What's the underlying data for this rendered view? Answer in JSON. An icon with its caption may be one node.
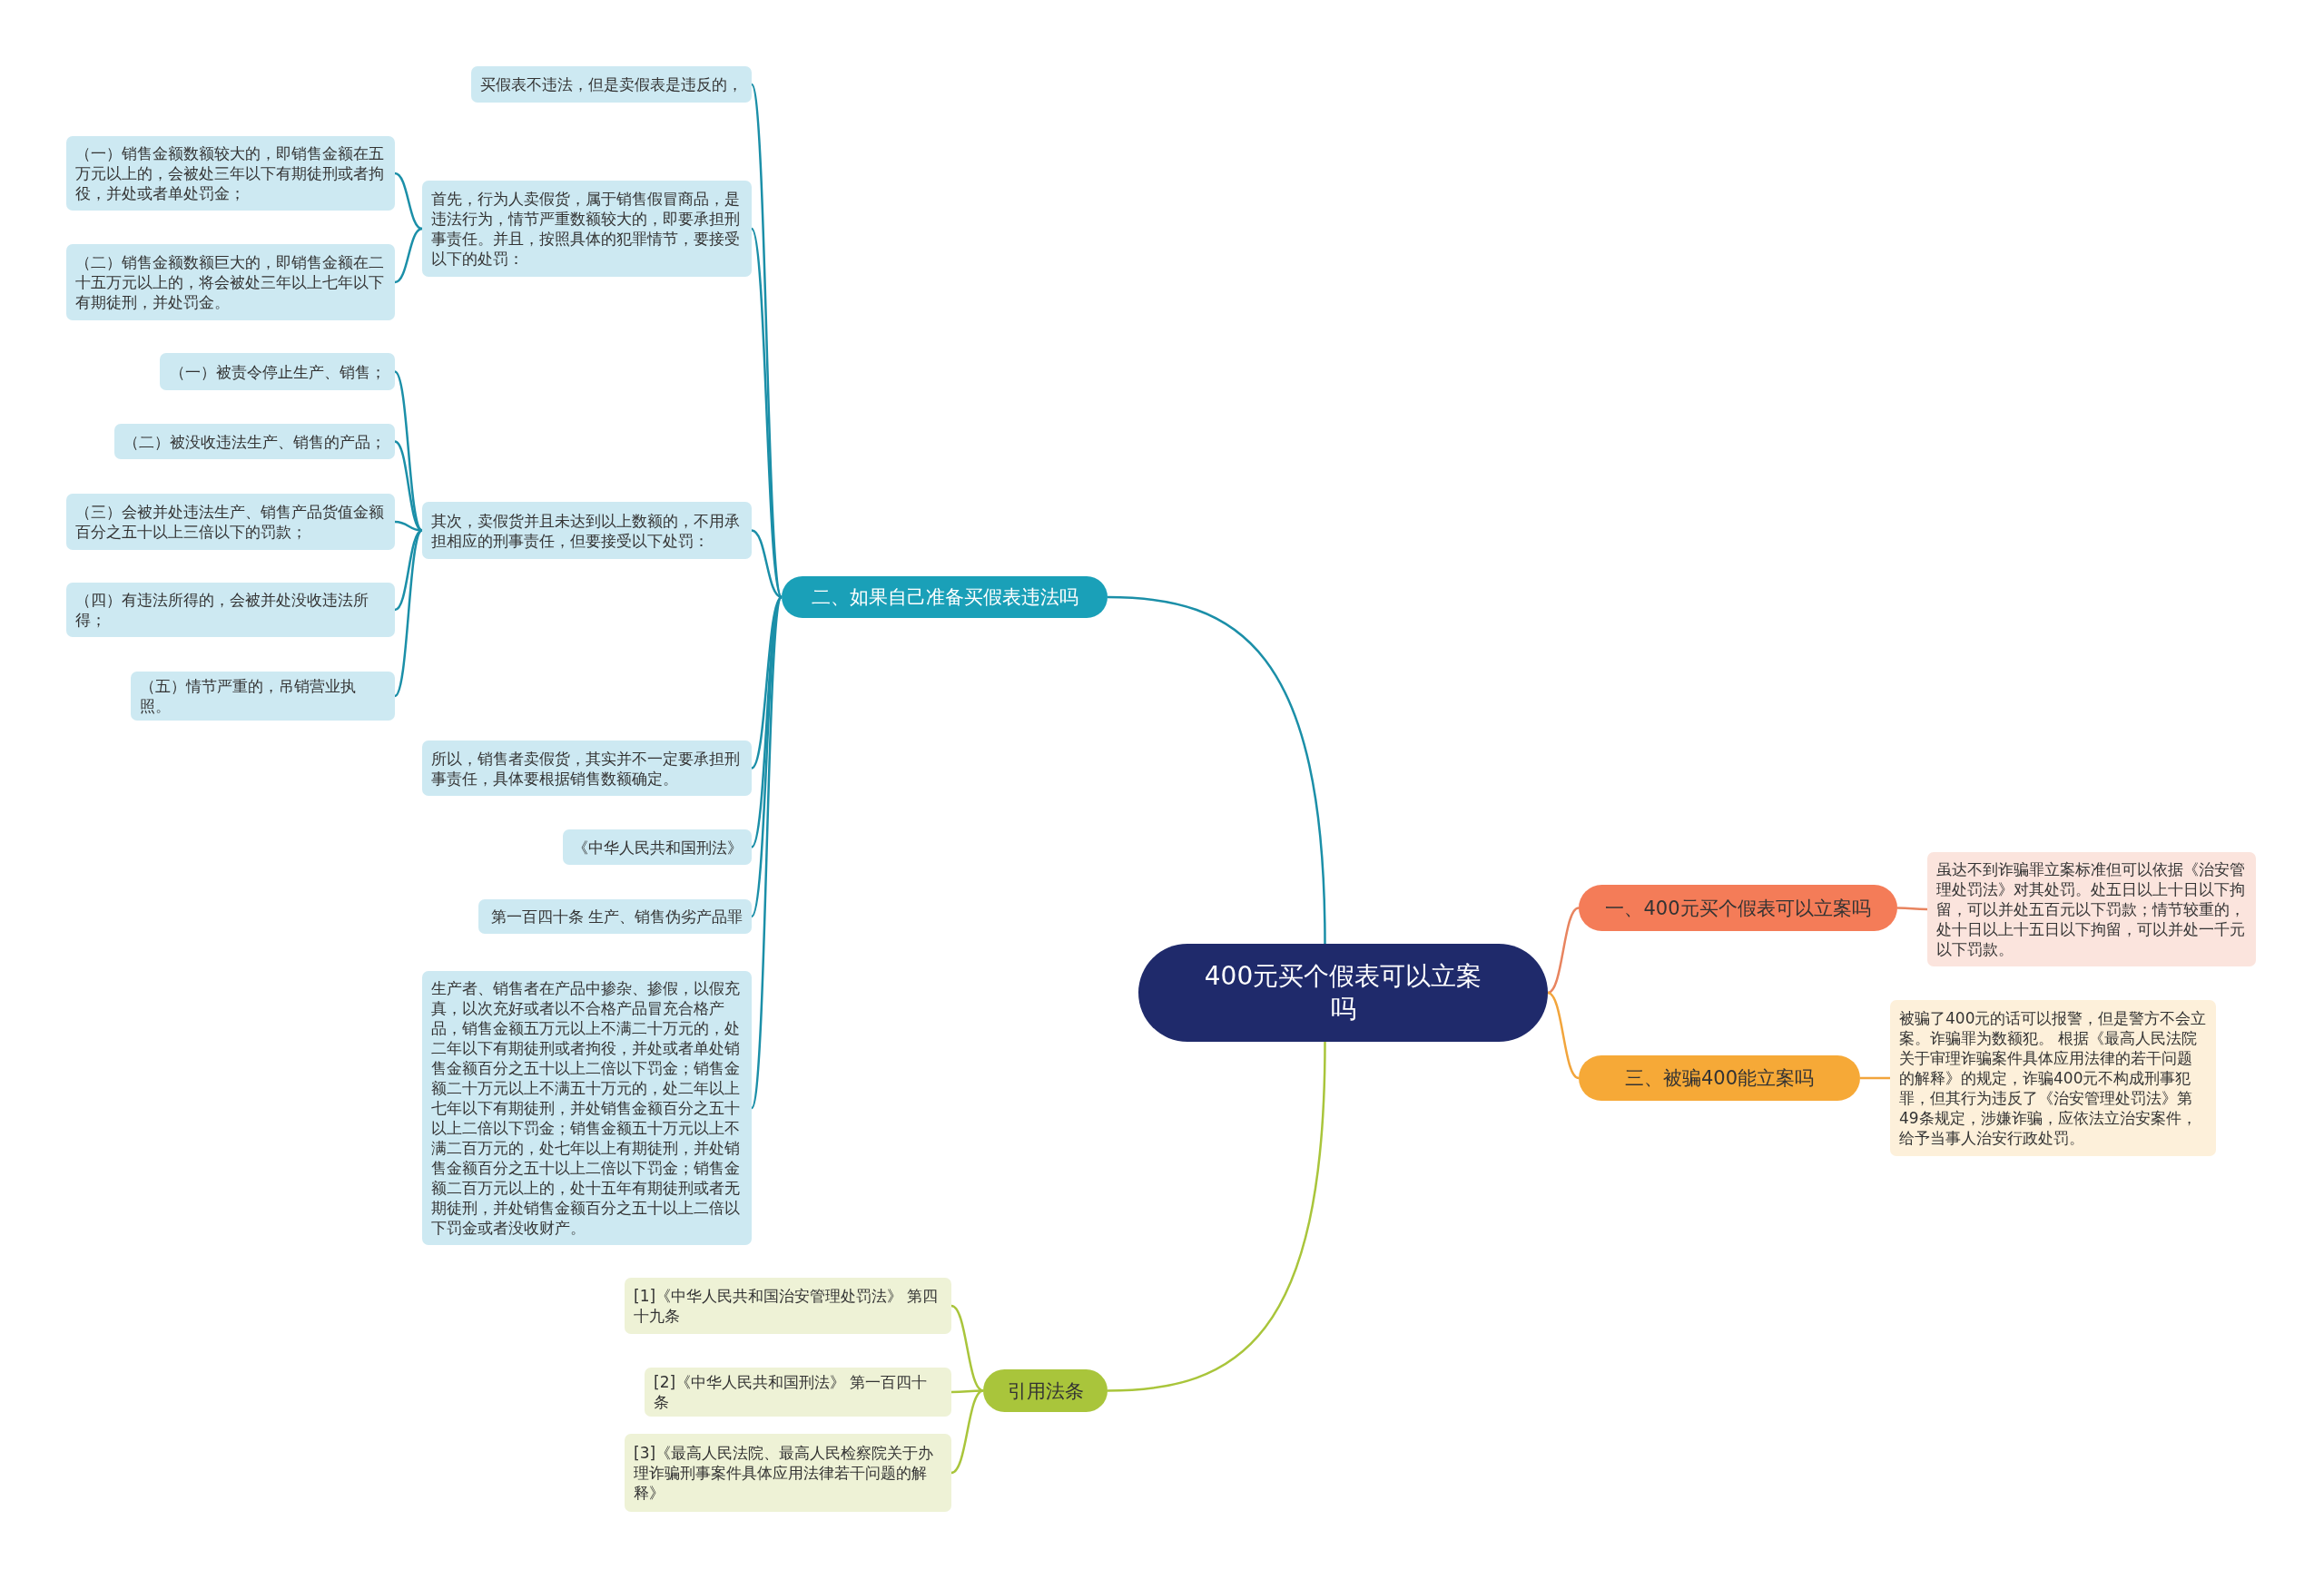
{
  "diagram": {
    "nodes": [
      {
        "text": [
          "400元买个假表可以立案吗"
        ]
      },
      {
        "text": [
          "二、如果自己准备买假表违法吗"
        ]
      },
      {
        "text": [
          "买假表不违法，但是卖假表是违反的，"
        ]
      },
      {
        "text": [
          "首先，行为人卖假货，属于销售假冒商品，是违法行为，情节严重数额较大的，即要承担刑事责任。并且，按照具体的犯罪情节，要接受以下的处罚："
        ]
      },
      {
        "text": [
          "（一）销售金额数额较大的，即销售金额在五万元以上的，会被处三年以下有期徒刑或者拘役，并处或者单处罚金；"
        ]
      },
      {
        "text": [
          "（二）销售金额数额巨大的，即销售金额在二十五万元以上的，将会被处三年以上七年以下有期徒刑，并处罚金。"
        ]
      },
      {
        "text": [
          "其次，卖假货并且未达到以上数额的，不用承担相应的刑事责任，但要接受以下处罚："
        ]
      },
      {
        "text": [
          "（一）被责令停止生产、销售；"
        ]
      },
      {
        "text": [
          "（二）被没收违法生产、销售的产品；"
        ]
      },
      {
        "text": [
          "（三）会被并处违法生产、销售产品货值金额百分之五十以上三倍以下的罚款；"
        ]
      },
      {
        "text": [
          "（四）有违法所得的，会被并处没收违法所得；"
        ]
      },
      {
        "text": [
          "（五）情节严重的，吊销营业执照。"
        ]
      },
      {
        "text": [
          "所以，销售者卖假货，其实并不一定要承担刑事责任，具体要根据销售数额确定。"
        ]
      },
      {
        "text": [
          "《中华人民共和国刑法》"
        ]
      },
      {
        "text": [
          "第一百四十条 生产、销售伪劣产品罪"
        ]
      },
      {
        "text": [
          "生产者、销售者在产品中掺杂、掺假，以假充真，以次充好或者以不合格产品冒充合格产品，销售金额五万元以上不满二十万元的，处二年以下有期徒刑或者拘役，并处或者单处销售金额百分之五十以上二倍以下罚金；销售金额二十万元以上不满五十万元的，处二年以上七年以下有期徒刑，并处销售金额百分之五十以上二倍以下罚金；销售金额五十万元以上不满二百万元的，处七年以上有期徒刑，并处销售金额百分之五十以上二倍以下罚金；销售金额二百万元以上的，处十五年有期徒刑或者无期徒刑，并处销售金额百分之五十以上二倍以下罚金或者没收财产。"
        ]
      },
      {
        "text": [
          "一、400元买个假表可以立案吗"
        ]
      },
      {
        "text": [
          "虽达不到诈骗罪立案标准但可以依据《治安管理处罚法》对其处罚。处五日以上十日以下拘留，可以并处五百元以下罚款；情节较重的，处十日以上十五日以下拘留，可以并处一千元以下罚款。"
        ]
      },
      {
        "text": [
          "三、被骗400能立案吗"
        ]
      },
      {
        "text": [
          "被骗了400元的话可以报警，但是警方不会立案。诈骗罪为数额犯。 根据《最高人民法院关于审理诈骗案件具体应用法律的若干问题的解释》的规定，诈骗400元不构成刑事犯罪，但其行为违反了《治安管理处罚法》第49条规定，涉嫌诈骗，应依法立治安案件，给予当事人治安行政处罚。"
        ]
      },
      {
        "text": [
          "引用法条"
        ]
      },
      {
        "text": [
          "[1]《中华人民共和国治安管理处罚法》 第四十九条"
        ]
      },
      {
        "text": [
          "[2]《中华人民共和国刑法》 第一百四十条"
        ]
      },
      {
        "text": [
          "[3]《最高人民法院、最高人民检察院关于办理诈骗刑事案件具体应用法律若干问题的解释》"
        ]
      }
    ],
    "edges": [
      {
        "from": 0,
        "to": 1,
        "arrow": "none"
      },
      {
        "from": 1,
        "to": 2,
        "arrow": "none"
      },
      {
        "from": 1,
        "to": 3,
        "arrow": "none"
      },
      {
        "from": 3,
        "to": 4,
        "arrow": "none"
      },
      {
        "from": 3,
        "to": 5,
        "arrow": "none"
      },
      {
        "from": 1,
        "to": 6,
        "arrow": "none"
      },
      {
        "from": 6,
        "to": 7,
        "arrow": "none"
      },
      {
        "from": 6,
        "to": 8,
        "arrow": "none"
      },
      {
        "from": 6,
        "to": 9,
        "arrow": "none"
      },
      {
        "from": 6,
        "to": 10,
        "arrow": "none"
      },
      {
        "from": 6,
        "to": 11,
        "arrow": "none"
      },
      {
        "from": 1,
        "to": 12,
        "arrow": "none"
      },
      {
        "from": 1,
        "to": 13,
        "arrow": "none"
      },
      {
        "from": 1,
        "to": 14,
        "arrow": "none"
      },
      {
        "from": 1,
        "to": 15,
        "arrow": "none"
      },
      {
        "from": 0,
        "to": 16,
        "arrow": "none",
        "color": "#e8845f"
      },
      {
        "from": 16,
        "to": 17,
        "arrow": "none",
        "color": "#e8845f"
      },
      {
        "from": 0,
        "to": 18,
        "arrow": "none",
        "color": "#f2a53c"
      },
      {
        "from": 18,
        "to": 19,
        "arrow": "none",
        "color": "#f2a53c"
      },
      {
        "from": 0,
        "to": 20,
        "arrow": "none",
        "color": "#a9c53b"
      },
      {
        "from": 20,
        "to": 21,
        "arrow": "none",
        "color": "#a9c53b"
      },
      {
        "from": 20,
        "to": 22,
        "arrow": "none",
        "color": "#a9c53b"
      },
      {
        "from": 20,
        "to": 23,
        "arrow": "none",
        "color": "#a9c53b"
      }
    ]
  }
}
